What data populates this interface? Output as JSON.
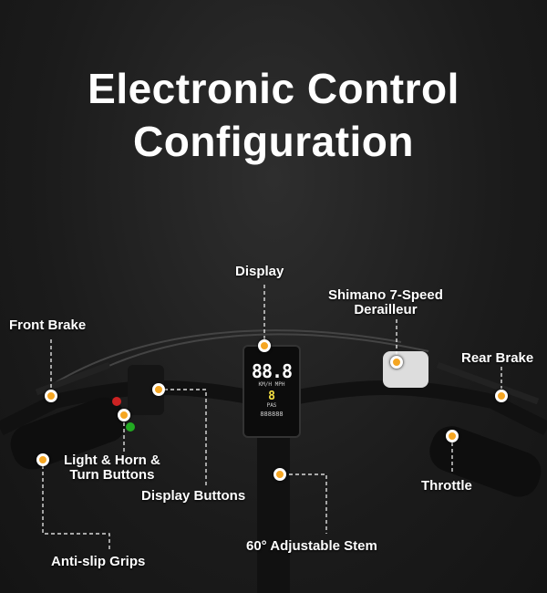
{
  "title_line1": "Electronic Control",
  "title_line2": "Configuration",
  "labels": {
    "display": "Display",
    "derailleur_l1": "Shimano 7-Speed",
    "derailleur_l2": "Derailleur",
    "front_brake": "Front Brake",
    "rear_brake": "Rear Brake",
    "light_l1": "Light & Horn &",
    "light_l2": "Turn Buttons",
    "display_buttons": "Display Buttons",
    "throttle": "Throttle",
    "grips": "Anti-slip Grips",
    "stem": "60° Adjustable Stem"
  },
  "screen": {
    "speed": "88.8",
    "unit": "KM/H MPH",
    "pas_level": "8",
    "pas": "PAS",
    "odo": "888888"
  },
  "colors": {
    "marker": "#f5a623",
    "background": "#1c1c1c"
  }
}
